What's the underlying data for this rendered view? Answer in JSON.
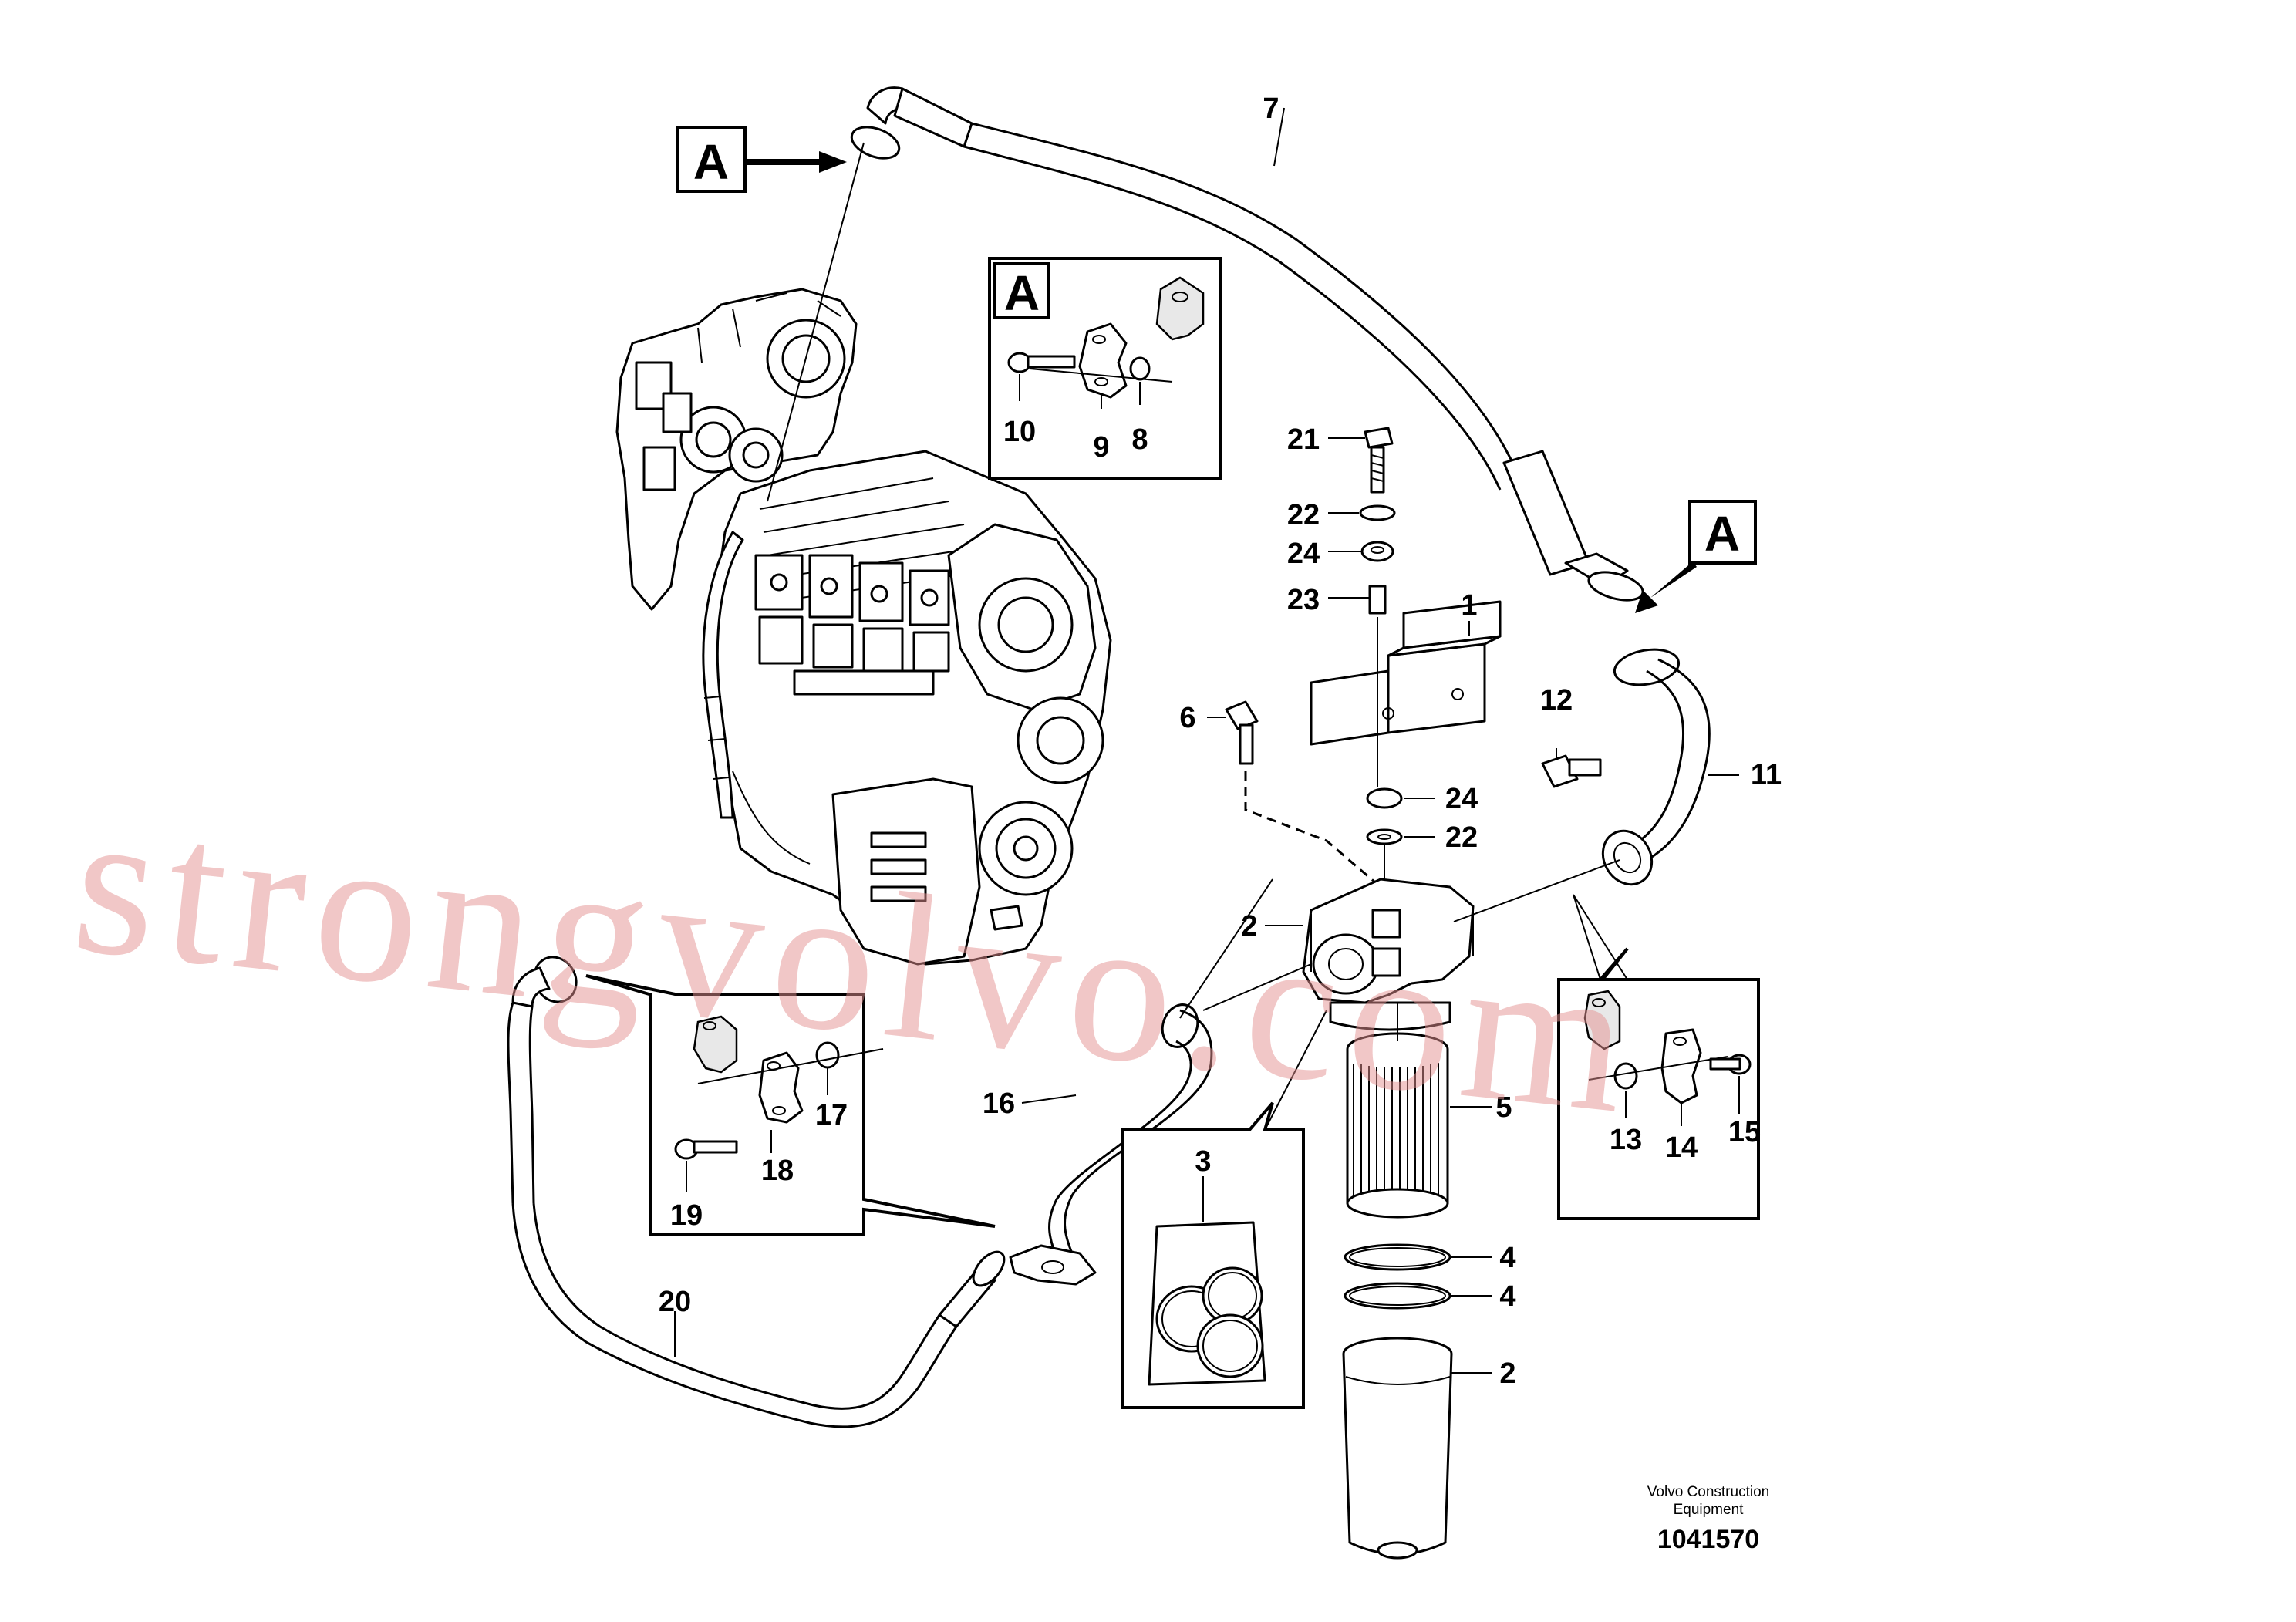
{
  "view_labels": {
    "a_top": "A",
    "a_right": "A",
    "a_detail": "A"
  },
  "callouts": {
    "c1": "1",
    "c2_housing": "2",
    "c2_bowl": "2",
    "c3": "3",
    "c4_upper": "4",
    "c4_lower": "4",
    "c5": "5",
    "c6": "6",
    "c7": "7",
    "c8": "8",
    "c9": "9",
    "c10": "10",
    "c11": "11",
    "c12": "12",
    "c13": "13",
    "c14": "14",
    "c15": "15",
    "c16": "16",
    "c17": "17",
    "c18": "18",
    "c19": "19",
    "c20": "20",
    "c21": "21",
    "c22_upper": "22",
    "c22_lower": "22",
    "c23": "23",
    "c24_upper": "24",
    "c24_lower": "24"
  },
  "credit": {
    "line1": "Volvo Construction",
    "line2": "Equipment",
    "doc_number": "1041570"
  },
  "watermark": "strongvolvo.com"
}
